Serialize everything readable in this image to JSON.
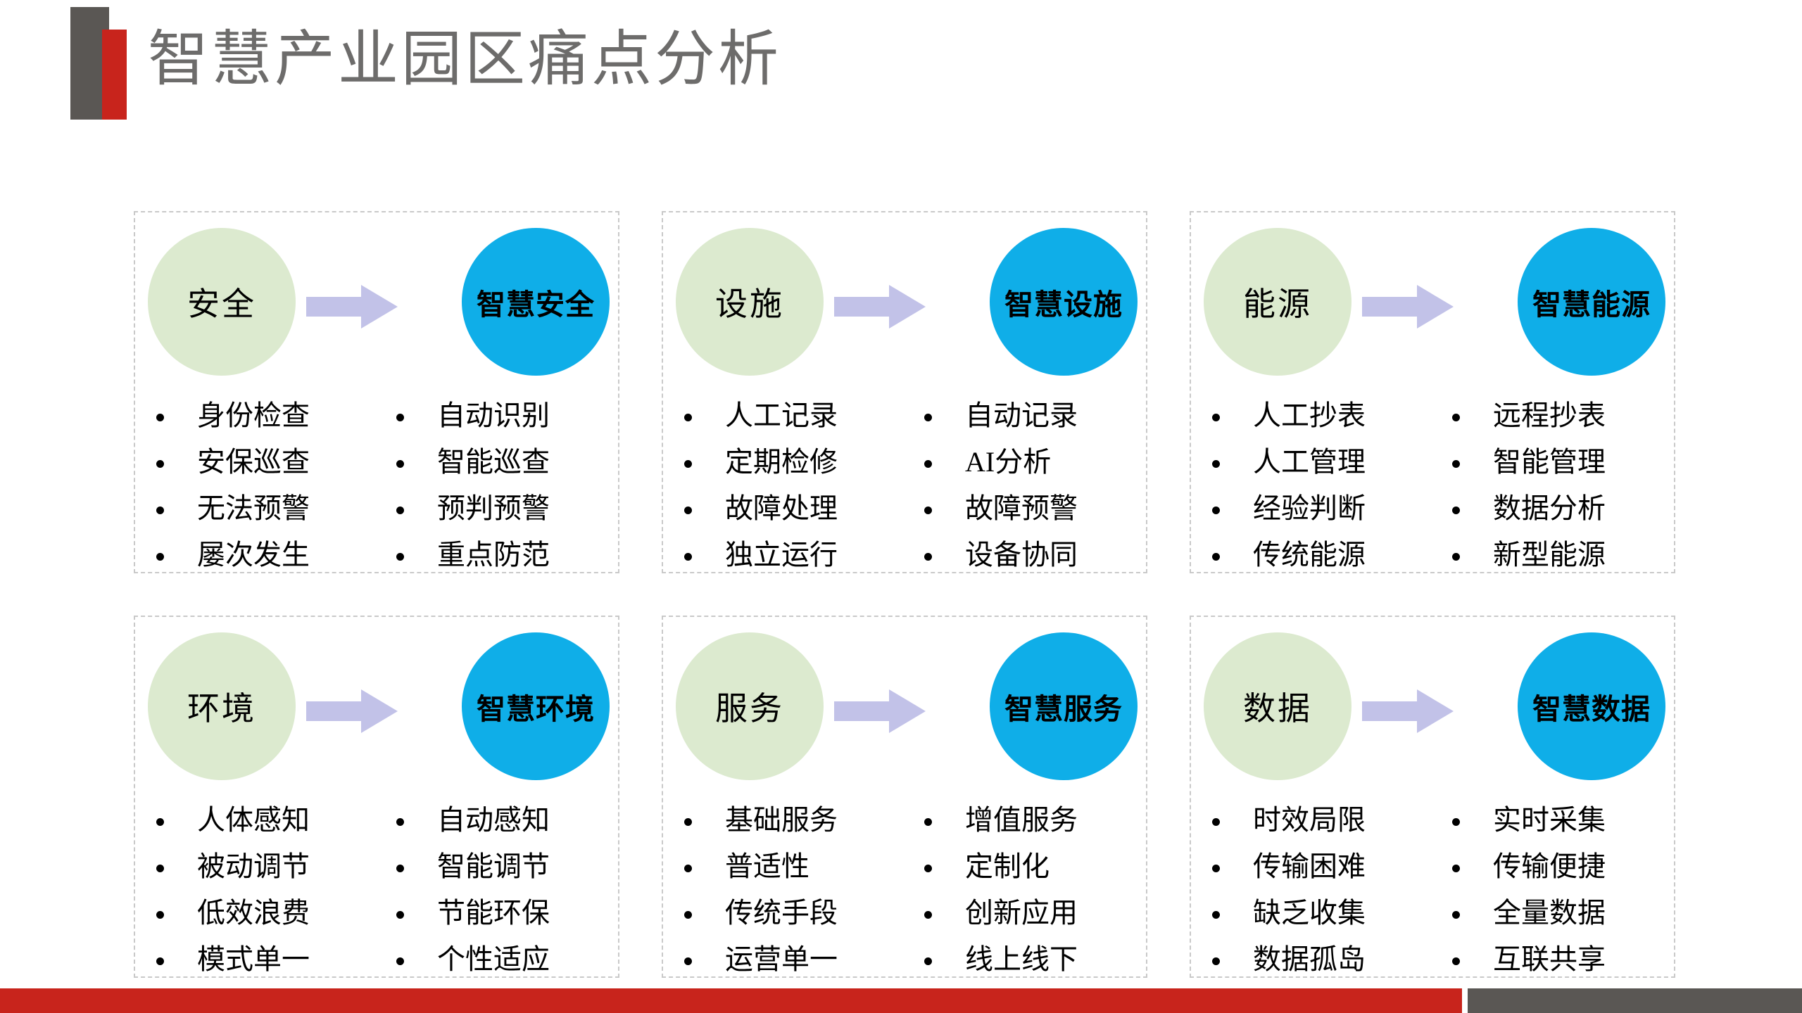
{
  "header": {
    "title": "智慧产业园区痛点分析"
  },
  "colors": {
    "pain_circle": "#dceacf",
    "smart_circle": "#0faee8",
    "arrow": "#c2c2e8",
    "title_text": "#6d6c6b",
    "accent_red": "#c8241c",
    "accent_gray": "#5a5754",
    "card_border": "#c9c9c9"
  },
  "cards": [
    {
      "pain_label": "安全",
      "smart_label": "智慧安全",
      "pain_points": [
        "身份检查",
        "安保巡查",
        "无法预警",
        "屡次发生"
      ],
      "smart_points": [
        "自动识别",
        "智能巡查",
        "预判预警",
        "重点防范"
      ]
    },
    {
      "pain_label": "设施",
      "smart_label": "智慧设施",
      "pain_points": [
        "人工记录",
        "定期检修",
        "故障处理",
        "独立运行"
      ],
      "smart_points": [
        "自动记录",
        "AI分析",
        "故障预警",
        "设备协同"
      ]
    },
    {
      "pain_label": "能源",
      "smart_label": "智慧能源",
      "pain_points": [
        "人工抄表",
        "人工管理",
        "经验判断",
        "传统能源"
      ],
      "smart_points": [
        "远程抄表",
        "智能管理",
        "数据分析",
        "新型能源"
      ]
    },
    {
      "pain_label": "环境",
      "smart_label": "智慧环境",
      "pain_points": [
        "人体感知",
        "被动调节",
        "低效浪费",
        "模式单一"
      ],
      "smart_points": [
        "自动感知",
        "智能调节",
        "节能环保",
        "个性适应"
      ]
    },
    {
      "pain_label": "服务",
      "smart_label": "智慧服务",
      "pain_points": [
        "基础服务",
        "普适性",
        "传统手段",
        "运营单一"
      ],
      "smart_points": [
        "增值服务",
        "定制化",
        "创新应用",
        "线上线下"
      ]
    },
    {
      "pain_label": "数据",
      "smart_label": "智慧数据",
      "pain_points": [
        "时效局限",
        "传输困难",
        "缺乏收集",
        "数据孤岛"
      ],
      "smart_points": [
        "实时采集",
        "传输便捷",
        "全量数据",
        "互联共享"
      ]
    }
  ]
}
